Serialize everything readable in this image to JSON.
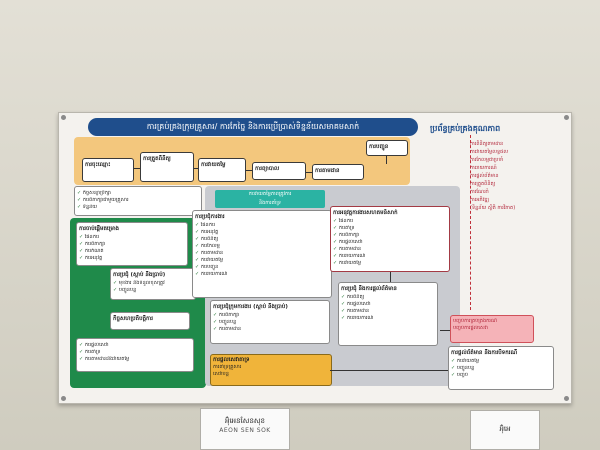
{
  "banner": {
    "title": "ការគ្រប់គ្រងក្រុមគ្រួសារ/ ការកែច្នៃ និងការប្រើប្រាស់ទិន្នន័យសមាគមសាក់",
    "side_title": "ប្រព័ន្ធគ្រប់គ្រងគុណភាព",
    "side_lines": [
      "ការពិនិត្យតាមដាន",
      "ការវាយតម្លៃលទ្ធផល",
      "ការកែលម្អជាប្រចាំ",
      "ការរាយការណ៍",
      "ការផ្តល់ព័ត៌មាន",
      "ការត្រួតពិនិត្យ",
      "ការណែនាំ",
      "ការអភិវឌ្ឍ",
      "(ទិន្នន័យ ស្ថិតិ ការវិភាគ)"
    ]
  },
  "top_row": [
    {
      "label": "ការចុះឈ្មោះ"
    },
    {
      "label": "ការត្រួតពិនិត្យ"
    },
    {
      "label": "ការវាយតម្លៃ"
    },
    {
      "label": "ការព្យាបាល"
    },
    {
      "label": "ការតាមដាន"
    },
    {
      "label": "ការបញ្ជូន"
    }
  ],
  "left_top": {
    "items": [
      "កិច្ចសន្យាប្រឹក្សា",
      "ការពិភាក្សាជាមួយគ្រួសារ",
      "ទិន្នន័យ"
    ]
  },
  "left_mid": {
    "title": "ការចាប់ផ្តើមគម្រោង",
    "items": [
      "ផែនការ",
      "ការពិភាក្សា",
      "ការកំណត់",
      "ការអនុវត្ត"
    ]
  },
  "left_box3": {
    "title": "ការប្រជុំ (ស្តាប់ និងប្រាប់)",
    "items": [
      "មុខងារ និងទំនួលខុសត្រូវ",
      "បញ្ជូនបន្ត"
    ]
  },
  "left_box4": {
    "title": "កិច្ចសហប្រតិបត្តិការ"
  },
  "left_box5": {
    "items": [
      "ការផ្តល់សេវា",
      "ការគាំទ្រ",
      "ការតាមដាននិងវាយតម្លៃ"
    ]
  },
  "teal": {
    "line1": "ការវាយតម្លៃភាពត្រូវការ",
    "line2": "និងការគាំទ្រ"
  },
  "center_box": {
    "title": "ការប្រជុំការងារ",
    "items": [
      "ផែនការ",
      "ការអនុវត្ត",
      "ការពិនិត្យ",
      "ការកែលម្អ",
      "ការតាមដាន",
      "ការវាយតម្លៃ",
      "ការបញ្ជូន",
      "ការរាយការណ៍"
    ]
  },
  "right_box": {
    "title": "ការអនុវត្តការងារសហគមន៍សាក់",
    "items": [
      "ផែនការ",
      "ការគាំទ្រ",
      "ការពិភាក្សា",
      "ការផ្តល់សេវា",
      "ការតាមដាន",
      "ការរាយការណ៍",
      "ការវាយតម្លៃ"
    ]
  },
  "center_lower": {
    "title": "ការប្រជុំក្រុមការងារ (ស្តាប់ និងប្រាប់)",
    "items": [
      "ការពិភាក្សា",
      "បញ្ជូនបន្ត",
      "ការតាមដាន"
    ]
  },
  "right_lower": {
    "title": "ការប្រជុំ និងការផ្តល់ព័ត៌មាន",
    "items": [
      "ការពិនិត្យ",
      "ការផ្តល់សេវា",
      "ការតាមដាន",
      "ការរាយការណ៍"
    ]
  },
  "red_box": {
    "line1": "បញ្ចប់ការគ្រប់គ្រងករណី",
    "line2": "បញ្ចប់ការផ្តល់សេវា"
  },
  "gold_box": {
    "title": "ការផ្តល់សេវាគាំទ្រ",
    "items": [
      "ការគាំទ្រគ្រួសារ",
      "សេវាបន្ត"
    ]
  },
  "bottom_right": {
    "title": "ការផ្តល់ព័ត៌មាន និងការបិទករណី",
    "items": [
      "ការវាយតម្លៃ",
      "បញ្ជូនបន្ត",
      "បញ្ចប់"
    ]
  },
  "signs": {
    "left_kh": "អ៊ុំអេនសែនសុខ",
    "left_en": "AEON SEN SOK",
    "right_kh": "អ៊ុំអេ"
  }
}
